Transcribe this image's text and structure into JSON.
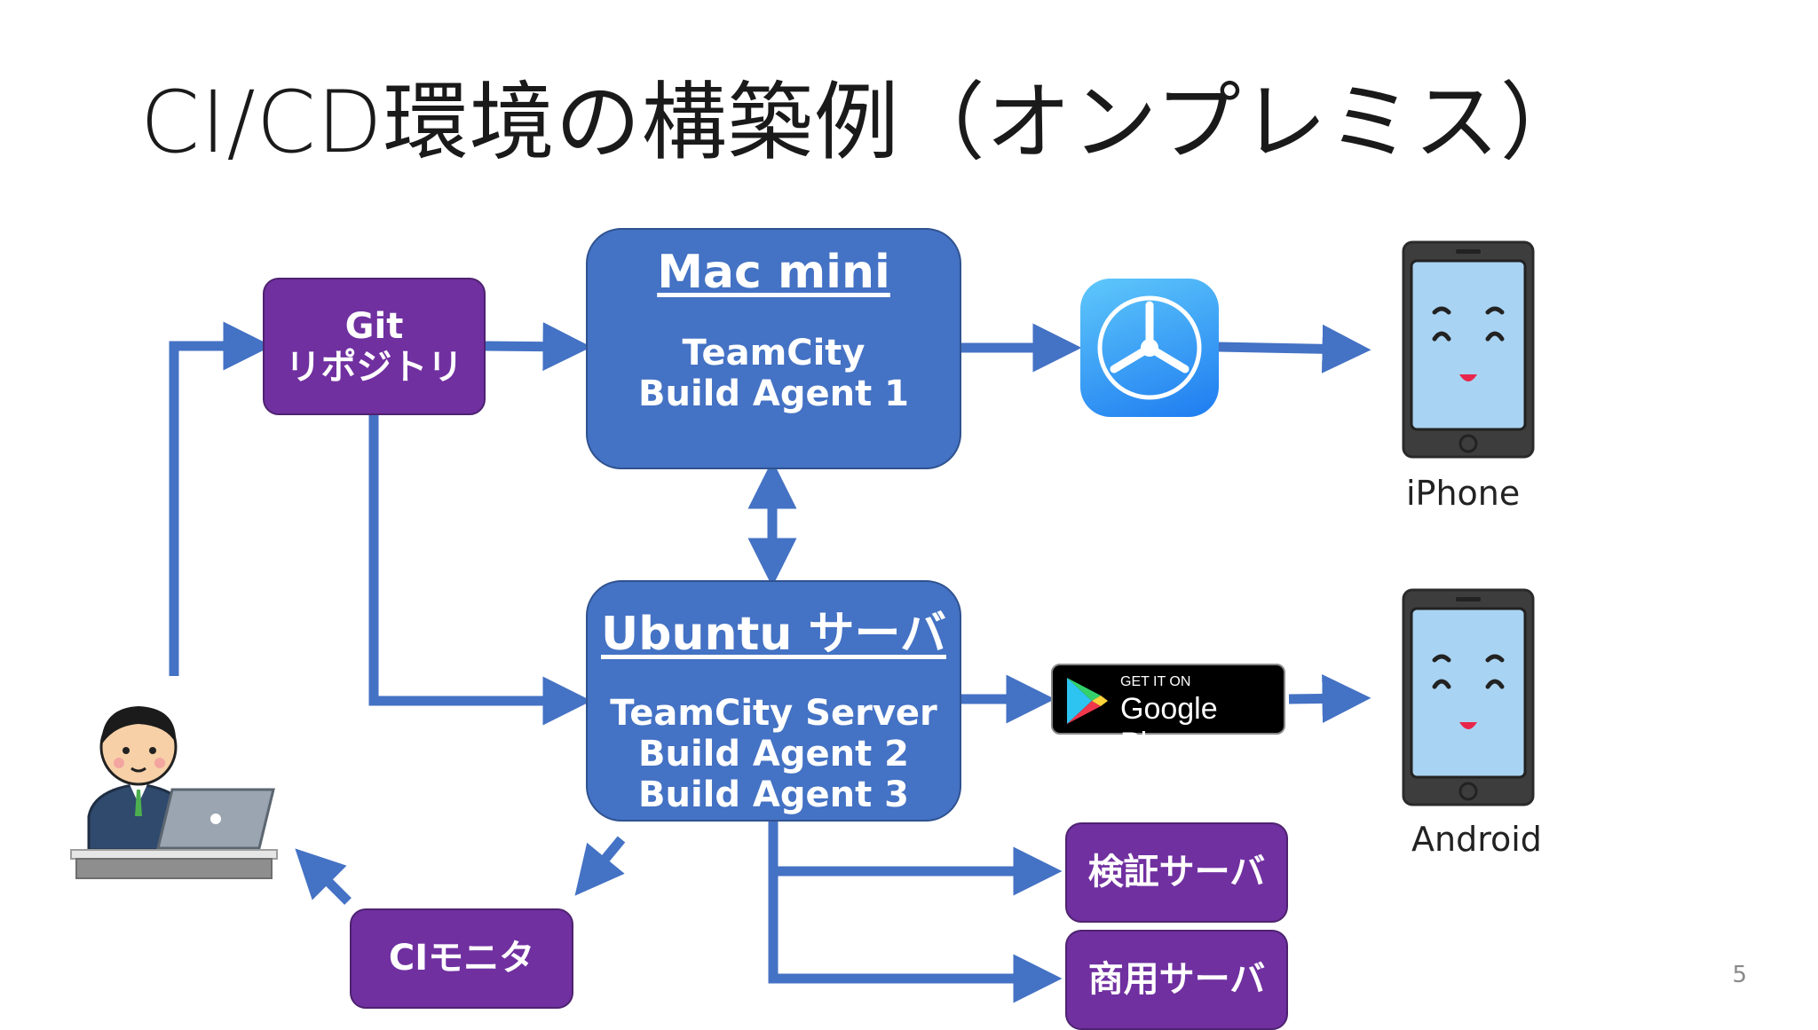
{
  "slide": {
    "title": "CI/CD環境の構築例（オンプレミス）",
    "page_number": "5"
  },
  "nodes": {
    "git": {
      "line1": "Git",
      "line2": "リポジトリ"
    },
    "mac": {
      "head": "Mac mini",
      "lines": [
        "TeamCity",
        "Build Agent 1"
      ]
    },
    "ubuntu": {
      "head": "Ubuntu サーバ",
      "lines": [
        "TeamCity Server",
        "Build Agent 2",
        "Build Agent 3"
      ]
    },
    "verify": {
      "label": "検証サーバ"
    },
    "prod": {
      "label": "商用サーバ"
    },
    "monitor": {
      "label": "CIモニタ"
    }
  },
  "devices": {
    "iphone": {
      "label": "iPhone"
    },
    "android": {
      "label": "Android"
    }
  },
  "badges": {
    "google_play": {
      "small": "GET IT ON",
      "big": "Google Play"
    }
  },
  "colors": {
    "arrow": "#4472c4",
    "box_blue": "#4472c4",
    "box_purple": "#7030a0"
  },
  "icons": [
    "testflight-icon",
    "google-play-icon",
    "smartphone-icon",
    "developer-at-laptop-icon"
  ]
}
